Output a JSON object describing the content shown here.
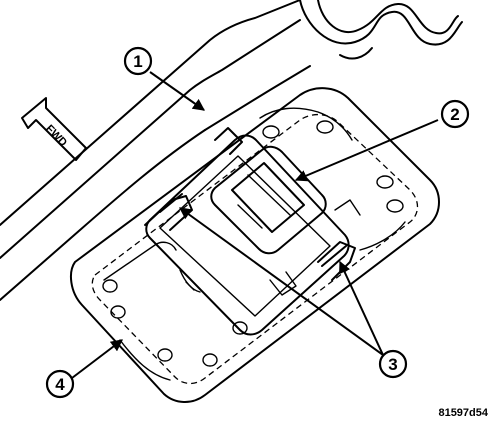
{
  "figure_id": "81597d54",
  "fwd_label": "FWD",
  "callouts": [
    {
      "number": "1"
    },
    {
      "number": "2"
    },
    {
      "number": "3"
    },
    {
      "number": "4"
    }
  ]
}
